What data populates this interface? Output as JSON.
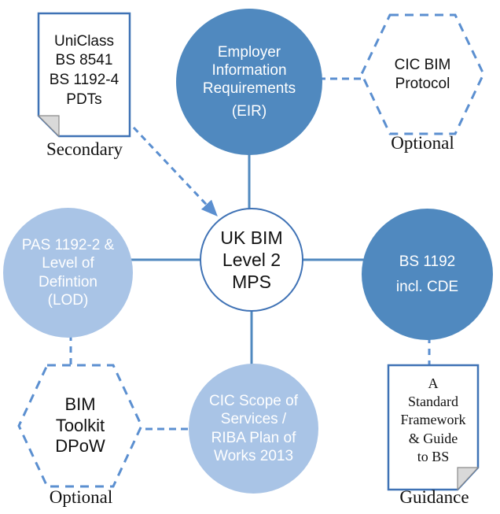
{
  "diagram": {
    "title": "UK BIM Level 2 MPS",
    "colors": {
      "primary_blue": "#5089BF",
      "light_blue": "#A9C4E6",
      "outline_blue": "#3F72B5",
      "dashed_blue": "#5B8FD0",
      "fold_grey": "#D9D9D9",
      "text_dark": "#111111",
      "text_light": "#FFFFFF"
    },
    "center": {
      "id": "uk-bim-level-2-mps",
      "shape": "circle",
      "style": "hollow",
      "lines": [
        "UK BIM",
        "Level 2",
        "MPS"
      ]
    },
    "nodes": [
      {
        "id": "employer-information-requirements",
        "shape": "circle",
        "style": "solid-blue",
        "lines": [
          "Employer",
          "Information",
          "Requirements",
          "(EIR)"
        ],
        "caption": ""
      },
      {
        "id": "pas-1192-2-lod",
        "shape": "circle",
        "style": "light-blue",
        "lines": [
          "PAS 1192-2 &",
          "Level of",
          "Defintion",
          "(LOD)"
        ],
        "caption": ""
      },
      {
        "id": "bs-1192-cde",
        "shape": "circle",
        "style": "solid-blue",
        "lines": [
          "BS 1192",
          "incl. CDE"
        ],
        "caption": ""
      },
      {
        "id": "cic-scope-riba-plan",
        "shape": "circle",
        "style": "light-blue",
        "lines": [
          "CIC Scope of",
          "Services /",
          "RIBA Plan of",
          "Works 2013"
        ],
        "caption": ""
      },
      {
        "id": "cic-bim-protocol",
        "shape": "hexagon",
        "style": "dashed",
        "lines": [
          "CIC BIM",
          "Protocol"
        ],
        "caption": "Optional"
      },
      {
        "id": "bim-toolkit-dpow",
        "shape": "hexagon",
        "style": "dashed",
        "lines": [
          "BIM",
          "Toolkit",
          "DPoW"
        ],
        "caption": "Optional"
      },
      {
        "id": "secondary-standards",
        "shape": "document",
        "style": "folded",
        "lines": [
          "UniClass",
          "BS 8541",
          "BS 1192-4",
          "PDTs"
        ],
        "caption": "Secondary"
      },
      {
        "id": "standard-framework-guide",
        "shape": "document",
        "style": "folded",
        "lines": [
          "A",
          "Standard",
          "Framework",
          "& Guide",
          "to BS"
        ],
        "caption": "Guidance"
      }
    ],
    "connectors": [
      {
        "from": "employer-information-requirements",
        "to": "uk-bim-level-2-mps",
        "style": "solid"
      },
      {
        "from": "pas-1192-2-lod",
        "to": "uk-bim-level-2-mps",
        "style": "solid"
      },
      {
        "from": "bs-1192-cde",
        "to": "uk-bim-level-2-mps",
        "style": "solid"
      },
      {
        "from": "cic-scope-riba-plan",
        "to": "uk-bim-level-2-mps",
        "style": "solid"
      },
      {
        "from": "employer-information-requirements",
        "to": "cic-bim-protocol",
        "style": "dashed"
      },
      {
        "from": "pas-1192-2-lod",
        "to": "bim-toolkit-dpow",
        "style": "dashed"
      },
      {
        "from": "bim-toolkit-dpow",
        "to": "cic-scope-riba-plan",
        "style": "dashed"
      },
      {
        "from": "bs-1192-cde",
        "to": "standard-framework-guide",
        "style": "dashed"
      },
      {
        "from": "secondary-standards",
        "to": "uk-bim-level-2-mps",
        "style": "dashed-arrow"
      }
    ]
  }
}
